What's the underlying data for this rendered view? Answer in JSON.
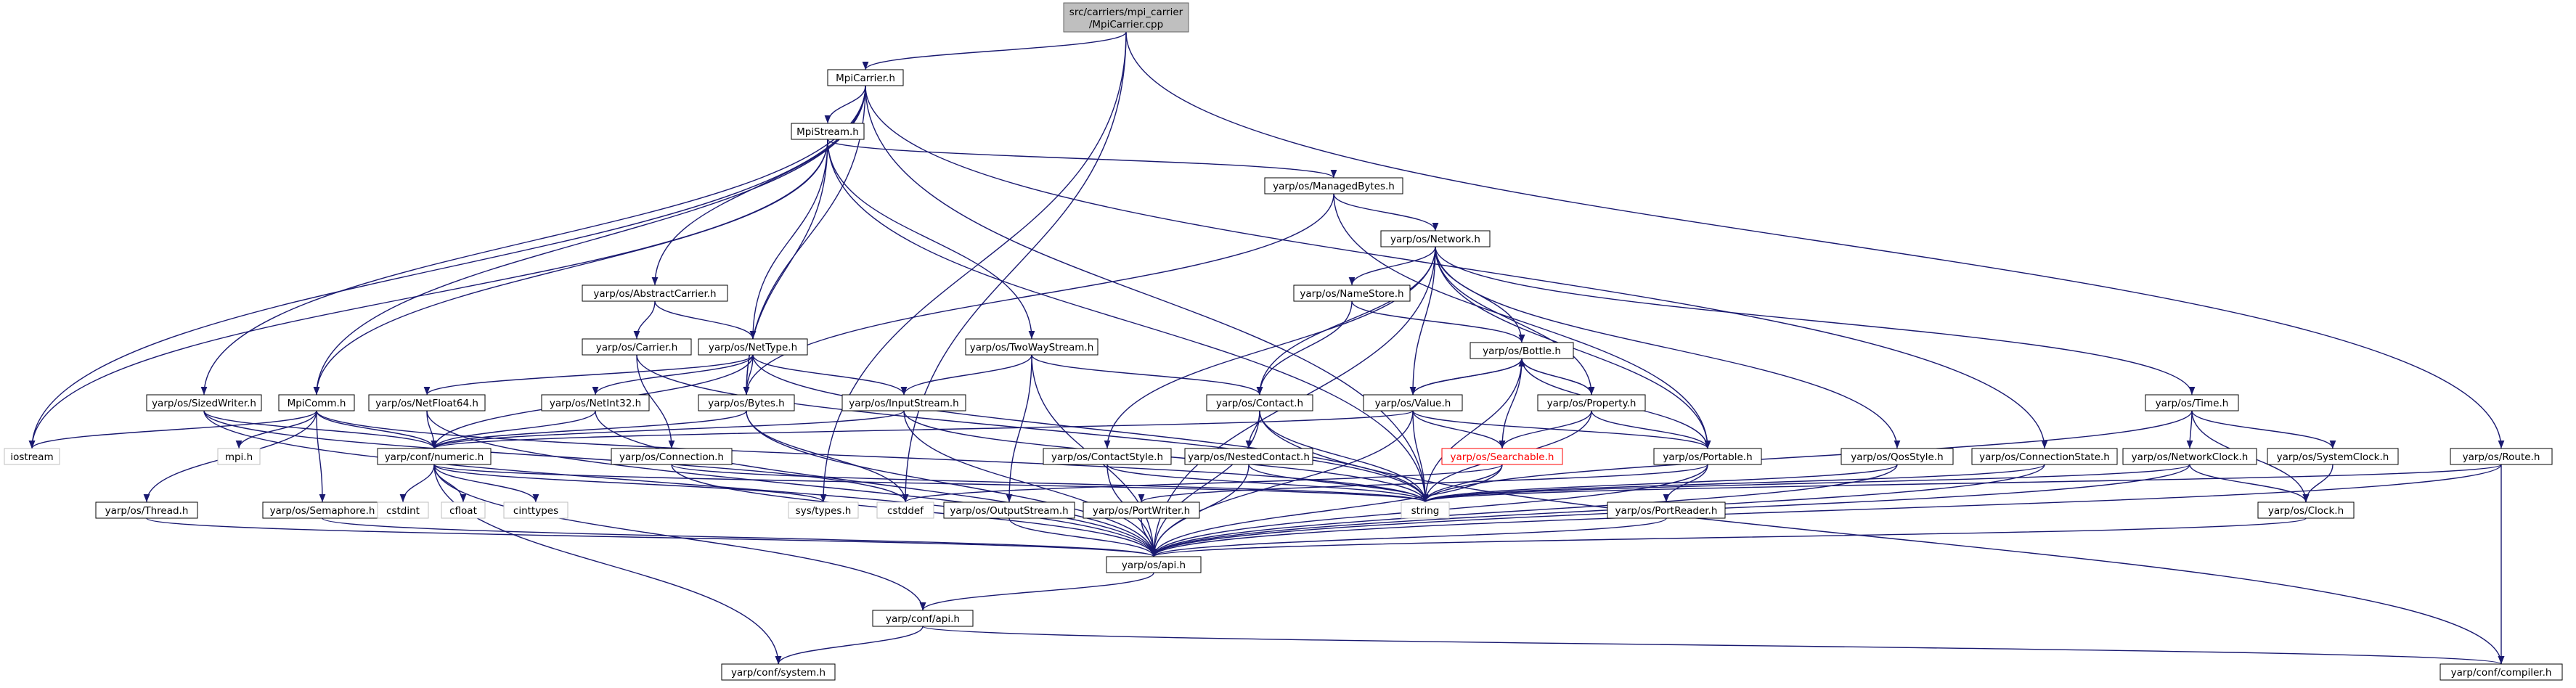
{
  "title": "",
  "colors": {
    "edge": "#191970",
    "root_fill": "#bfbfbf",
    "missing_border": "#ff0000",
    "system_header_border": "#bfbfbf"
  },
  "nodes": {
    "root": {
      "lines": [
        "src/carriers/mpi_carrier",
        "/MpiCarrier.cpp"
      ]
    },
    "mpicarrier_h": {
      "label": "MpiCarrier.h"
    },
    "mpistream_h": {
      "label": "MpiStream.h"
    },
    "managedbytes_h": {
      "label": "yarp/os/ManagedBytes.h"
    },
    "network_h": {
      "label": "yarp/os/Network.h"
    },
    "namestore_h": {
      "label": "yarp/os/NameStore.h"
    },
    "abstractcarrier_h": {
      "label": "yarp/os/AbstractCarrier.h"
    },
    "carrier_h": {
      "label": "yarp/os/Carrier.h"
    },
    "nettype_h": {
      "label": "yarp/os/NetType.h"
    },
    "twowaystream_h": {
      "label": "yarp/os/TwoWayStream.h"
    },
    "bottle_h": {
      "label": "yarp/os/Bottle.h"
    },
    "value_h": {
      "label": "yarp/os/Value.h"
    },
    "property_h": {
      "label": "yarp/os/Property.h"
    },
    "contact_h": {
      "label": "yarp/os/Contact.h"
    },
    "sizedwriter_h": {
      "label": "yarp/os/SizedWriter.h"
    },
    "mpicomm_h": {
      "label": "MpiComm.h"
    },
    "netfloat64_h": {
      "label": "yarp/os/NetFloat64.h"
    },
    "netint32_h": {
      "label": "yarp/os/NetInt32.h"
    },
    "bytes_h": {
      "label": "yarp/os/Bytes.h"
    },
    "inputstream_h": {
      "label": "yarp/os/InputStream.h"
    },
    "time_h": {
      "label": "yarp/os/Time.h"
    },
    "iostream": {
      "label": "iostream"
    },
    "mpi_h": {
      "label": "mpi.h"
    },
    "conf_numeric_h": {
      "label": "yarp/conf/numeric.h"
    },
    "connection_h": {
      "label": "yarp/os/Connection.h"
    },
    "contactstyle_h": {
      "label": "yarp/os/ContactStyle.h"
    },
    "nestedcontact_h": {
      "label": "yarp/os/NestedContact.h"
    },
    "searchable_h": {
      "label": "yarp/os/Searchable.h"
    },
    "portable_h": {
      "label": "yarp/os/Portable.h"
    },
    "qosstyle_h": {
      "label": "yarp/os/QosStyle.h"
    },
    "connectionstate_h": {
      "label": "yarp/os/ConnectionState.h"
    },
    "networkclock_h": {
      "label": "yarp/os/NetworkClock.h"
    },
    "systemclock_h": {
      "label": "yarp/os/SystemClock.h"
    },
    "route_h": {
      "label": "yarp/os/Route.h"
    },
    "thread_h": {
      "label": "yarp/os/Thread.h"
    },
    "semaphore_h": {
      "label": "yarp/os/Semaphore.h"
    },
    "cstdint": {
      "label": "cstdint"
    },
    "cfloat": {
      "label": "cfloat"
    },
    "cinttypes": {
      "label": "cinttypes"
    },
    "sys_types_h": {
      "label": "sys/types.h"
    },
    "cstddef": {
      "label": "cstddef"
    },
    "outputstream_h": {
      "label": "yarp/os/OutputStream.h"
    },
    "portwriter_h": {
      "label": "yarp/os/PortWriter.h"
    },
    "string": {
      "label": "string"
    },
    "portreader_h": {
      "label": "yarp/os/PortReader.h"
    },
    "clock_h": {
      "label": "yarp/os/Clock.h"
    },
    "os_api_h": {
      "label": "yarp/os/api.h"
    },
    "conf_api_h": {
      "label": "yarp/conf/api.h"
    },
    "conf_system_h": {
      "label": "yarp/conf/system.h"
    },
    "conf_compiler_h": {
      "label": "yarp/conf/compiler.h"
    }
  },
  "edges": [
    [
      "root",
      "mpicarrier_h"
    ],
    [
      "root",
      "sys_types_h"
    ],
    [
      "root",
      "cstddef"
    ],
    [
      "root",
      "route_h"
    ],
    [
      "mpicarrier_h",
      "mpistream_h"
    ],
    [
      "mpicarrier_h",
      "iostream"
    ],
    [
      "mpicarrier_h",
      "sizedwriter_h"
    ],
    [
      "mpicarrier_h",
      "abstractcarrier_h"
    ],
    [
      "mpicarrier_h",
      "bytes_h"
    ],
    [
      "mpicarrier_h",
      "mpicomm_h"
    ],
    [
      "mpicarrier_h",
      "string"
    ],
    [
      "mpicarrier_h",
      "connectionstate_h"
    ],
    [
      "mpistream_h",
      "iostream"
    ],
    [
      "mpistream_h",
      "managedbytes_h"
    ],
    [
      "mpistream_h",
      "twowaystream_h"
    ],
    [
      "mpistream_h",
      "nettype_h"
    ],
    [
      "mpistream_h",
      "bytes_h"
    ],
    [
      "mpistream_h",
      "mpicomm_h"
    ],
    [
      "mpistream_h",
      "string"
    ],
    [
      "managedbytes_h",
      "network_h"
    ],
    [
      "managedbytes_h",
      "bytes_h"
    ],
    [
      "managedbytes_h",
      "portable_h"
    ],
    [
      "network_h",
      "namestore_h"
    ],
    [
      "network_h",
      "contact_h"
    ],
    [
      "network_h",
      "value_h"
    ],
    [
      "network_h",
      "property_h"
    ],
    [
      "network_h",
      "portable_h"
    ],
    [
      "network_h",
      "contactstyle_h"
    ],
    [
      "network_h",
      "qosstyle_h"
    ],
    [
      "network_h",
      "time_h"
    ],
    [
      "network_h",
      "os_api_h"
    ],
    [
      "network_h",
      "bottle_h"
    ],
    [
      "namestore_h",
      "contact_h"
    ],
    [
      "namestore_h",
      "bottle_h"
    ],
    [
      "abstractcarrier_h",
      "carrier_h"
    ],
    [
      "abstractcarrier_h",
      "nettype_h"
    ],
    [
      "carrier_h",
      "connection_h"
    ],
    [
      "carrier_h",
      "string"
    ],
    [
      "nettype_h",
      "netfloat64_h"
    ],
    [
      "nettype_h",
      "netint32_h"
    ],
    [
      "nettype_h",
      "bytes_h"
    ],
    [
      "nettype_h",
      "inputstream_h"
    ],
    [
      "nettype_h",
      "conf_numeric_h"
    ],
    [
      "nettype_h",
      "string"
    ],
    [
      "twowaystream_h",
      "contact_h"
    ],
    [
      "twowaystream_h",
      "inputstream_h"
    ],
    [
      "twowaystream_h",
      "outputstream_h"
    ],
    [
      "twowaystream_h",
      "os_api_h"
    ],
    [
      "bottle_h",
      "value_h"
    ],
    [
      "bottle_h",
      "property_h"
    ],
    [
      "bottle_h",
      "searchable_h"
    ],
    [
      "bottle_h",
      "portable_h"
    ],
    [
      "bottle_h",
      "string"
    ],
    [
      "value_h",
      "bottle_h"
    ],
    [
      "value_h",
      "searchable_h"
    ],
    [
      "value_h",
      "portable_h"
    ],
    [
      "value_h",
      "conf_numeric_h"
    ],
    [
      "value_h",
      "string"
    ],
    [
      "value_h",
      "os_api_h"
    ],
    [
      "property_h",
      "bottle_h"
    ],
    [
      "property_h",
      "searchable_h"
    ],
    [
      "property_h",
      "portable_h"
    ],
    [
      "property_h",
      "string"
    ],
    [
      "contact_h",
      "nestedcontact_h"
    ],
    [
      "contact_h",
      "string"
    ],
    [
      "contact_h",
      "os_api_h"
    ],
    [
      "contact_h",
      "conf_compiler_h"
    ],
    [
      "sizedwriter_h",
      "conf_numeric_h"
    ],
    [
      "sizedwriter_h",
      "os_api_h"
    ],
    [
      "sizedwriter_h",
      "cstddef"
    ],
    [
      "mpicomm_h",
      "iostream"
    ],
    [
      "mpicomm_h",
      "mpi_h"
    ],
    [
      "mpicomm_h",
      "thread_h"
    ],
    [
      "mpicomm_h",
      "semaphore_h"
    ],
    [
      "mpicomm_h",
      "conf_numeric_h"
    ],
    [
      "mpicomm_h",
      "string"
    ],
    [
      "netfloat64_h",
      "conf_numeric_h"
    ],
    [
      "netfloat64_h",
      "os_api_h"
    ],
    [
      "netint32_h",
      "conf_numeric_h"
    ],
    [
      "netint32_h",
      "os_api_h"
    ],
    [
      "bytes_h",
      "conf_numeric_h"
    ],
    [
      "bytes_h",
      "cstddef"
    ],
    [
      "bytes_h",
      "os_api_h"
    ],
    [
      "inputstream_h",
      "conf_numeric_h"
    ],
    [
      "inputstream_h",
      "string"
    ],
    [
      "inputstream_h",
      "os_api_h"
    ],
    [
      "time_h",
      "systemclock_h"
    ],
    [
      "time_h",
      "networkclock_h"
    ],
    [
      "time_h",
      "clock_h"
    ],
    [
      "time_h",
      "string"
    ],
    [
      "conf_numeric_h",
      "cstdint"
    ],
    [
      "conf_numeric_h",
      "cfloat"
    ],
    [
      "conf_numeric_h",
      "cinttypes"
    ],
    [
      "conf_numeric_h",
      "sys_types_h"
    ],
    [
      "conf_numeric_h",
      "string"
    ],
    [
      "conf_numeric_h",
      "conf_api_h"
    ],
    [
      "conf_numeric_h",
      "conf_system_h"
    ],
    [
      "connection_h",
      "os_api_h"
    ],
    [
      "connection_h",
      "string"
    ],
    [
      "contactstyle_h",
      "string"
    ],
    [
      "contactstyle_h",
      "os_api_h"
    ],
    [
      "nestedcontact_h",
      "string"
    ],
    [
      "nestedcontact_h",
      "os_api_h"
    ],
    [
      "searchable_h",
      "string"
    ],
    [
      "searchable_h",
      "os_api_h"
    ],
    [
      "searchable_h",
      "cstddef"
    ],
    [
      "portable_h",
      "portreader_h"
    ],
    [
      "portable_h",
      "portwriter_h"
    ],
    [
      "portable_h",
      "os_api_h"
    ],
    [
      "qosstyle_h",
      "string"
    ],
    [
      "qosstyle_h",
      "os_api_h"
    ],
    [
      "connectionstate_h",
      "string"
    ],
    [
      "connectionstate_h",
      "os_api_h"
    ],
    [
      "networkclock_h",
      "clock_h"
    ],
    [
      "networkclock_h",
      "string"
    ],
    [
      "networkclock_h",
      "os_api_h"
    ],
    [
      "systemclock_h",
      "clock_h"
    ],
    [
      "route_h",
      "string"
    ],
    [
      "route_h",
      "os_api_h"
    ],
    [
      "route_h",
      "conf_compiler_h"
    ],
    [
      "thread_h",
      "os_api_h"
    ],
    [
      "semaphore_h",
      "os_api_h"
    ],
    [
      "outputstream_h",
      "os_api_h"
    ],
    [
      "portwriter_h",
      "os_api_h"
    ],
    [
      "portreader_h",
      "os_api_h"
    ],
    [
      "clock_h",
      "os_api_h"
    ],
    [
      "os_api_h",
      "conf_api_h"
    ],
    [
      "conf_api_h",
      "conf_system_h"
    ],
    [
      "conf_api_h",
      "conf_compiler_h"
    ]
  ]
}
